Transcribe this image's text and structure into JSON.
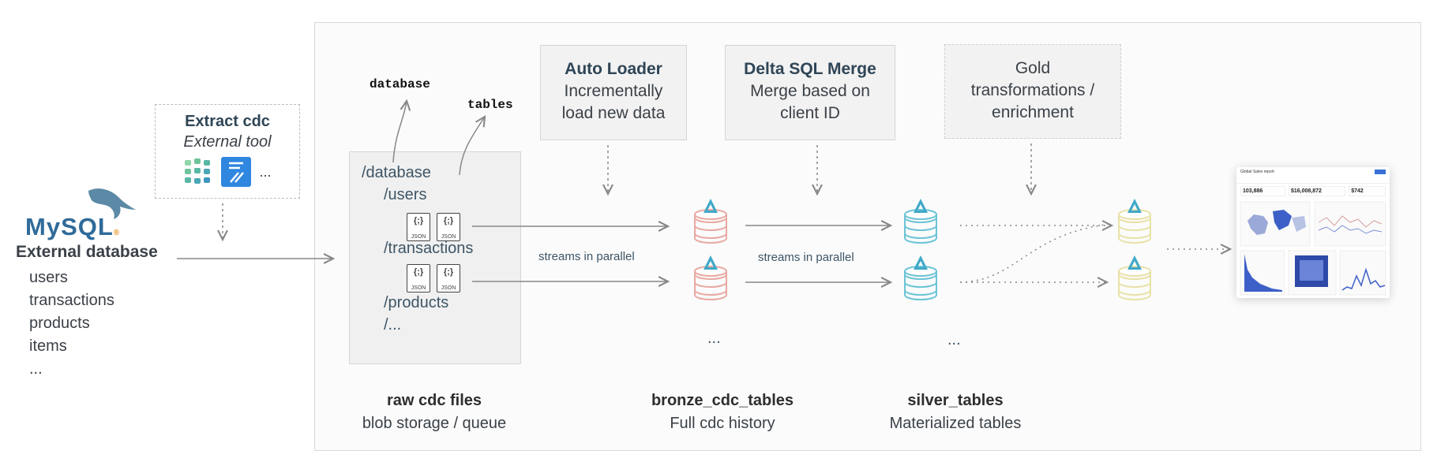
{
  "extract": {
    "title": "Extract cdc",
    "subtitle": "External tool",
    "more": "..."
  },
  "mysql": {
    "logo_text": "MySQL",
    "logo_reg": "®",
    "title": "External database",
    "tables": [
      "users",
      "transactions",
      "products",
      "items",
      "..."
    ]
  },
  "raw": {
    "db_label": "database",
    "tables_label": "tables",
    "paths": [
      "/database",
      "/users",
      "/transactions",
      "/products",
      "/..."
    ],
    "file_tag": "JSON",
    "caption_title": "raw cdc files",
    "caption_sub": "blob storage / queue"
  },
  "auto_loader": {
    "title": "Auto Loader",
    "line1": "Incrementally",
    "line2": "load new data"
  },
  "merge": {
    "title": "Delta SQL Merge",
    "line1": "Merge based on",
    "line2": "client ID"
  },
  "gold": {
    "line1": "Gold",
    "line2": "transformations /",
    "line3": "enrichment"
  },
  "streams_label_1": "streams in parallel",
  "streams_label_2": "streams in parallel",
  "bronze": {
    "caption_title": "bronze_cdc_tables",
    "caption_sub": "Full cdc history",
    "more": "..."
  },
  "silver": {
    "caption_title": "silver_tables",
    "caption_sub": "Materialized tables",
    "more": "..."
  },
  "dashboard": {
    "title": "Global Sales report",
    "k1": "103,886",
    "k2": "$16,008,872",
    "k3": "$742"
  },
  "colors": {
    "bronze": "#e8a9a2",
    "silver": "#6cc4d6",
    "gold": "#e8e2a8",
    "delta": "#3fa8c8",
    "arrow": "#888888"
  }
}
